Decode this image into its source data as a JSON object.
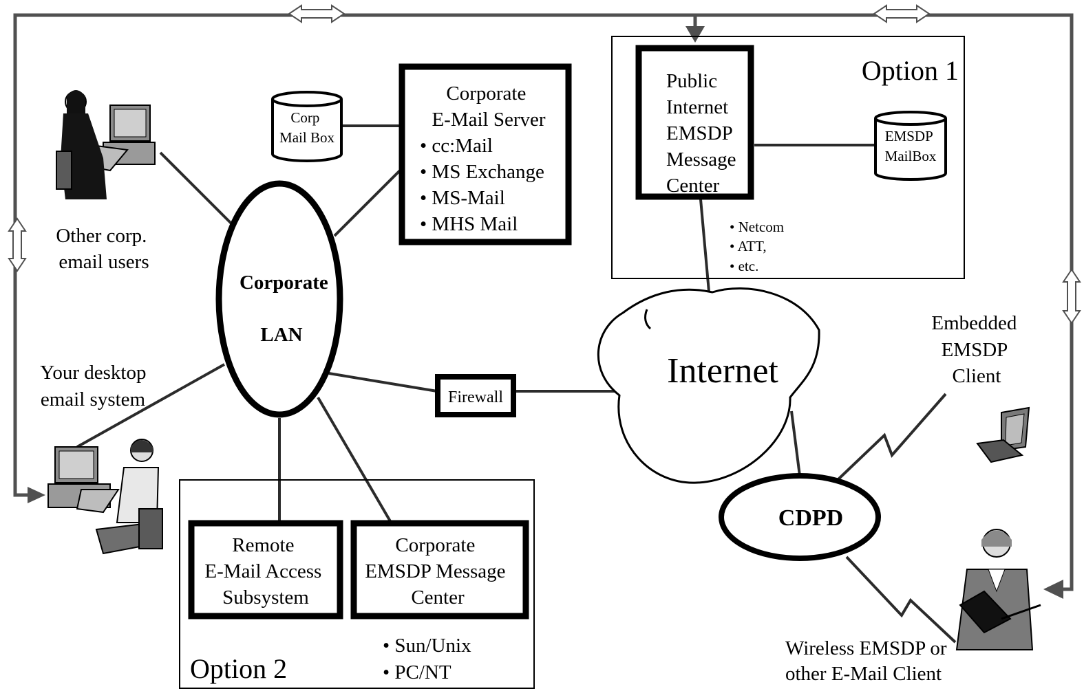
{
  "corp_mailbox": [
    "Corp",
    "Mail Box"
  ],
  "corp_server": {
    "title": [
      "Corporate",
      "E-Mail Server"
    ],
    "items": [
      "• cc:Mail",
      "• MS Exchange",
      "• MS-Mail",
      "• MHS Mail"
    ]
  },
  "option1": {
    "label": "Option 1",
    "public_center": [
      "Public",
      "Internet",
      "EMSDP",
      "Message",
      "Center"
    ],
    "emsdp_mailbox": [
      "EMSDP",
      "MailBox"
    ],
    "providers": [
      "• Netcom",
      "• ATT,",
      "•  etc."
    ]
  },
  "other_users": [
    "Other corp.",
    "email users"
  ],
  "corporate_lan": [
    "Corporate",
    "LAN"
  ],
  "your_desktop": [
    "Your desktop",
    "email system"
  ],
  "firewall": "Firewall",
  "internet": "Internet",
  "embedded_client": [
    "Embedded",
    "EMSDP",
    "Client"
  ],
  "cdpd": "CDPD",
  "option2": {
    "label": "Option 2",
    "remote_access": [
      "Remote",
      "E-Mail Access",
      "Subsystem"
    ],
    "corp_center": [
      "Corporate",
      "EMSDP Message",
      "Center"
    ],
    "platforms": [
      "• Sun/Unix",
      "• PC/NT"
    ]
  },
  "wireless_client": [
    "Wireless EMSDP or",
    "other E-Mail Client"
  ],
  "colors": {
    "line": "#2b2b2b",
    "ink": "#000000",
    "outer_loop": "#505050",
    "figure_fill": "#9a9a9a",
    "background": "#ffffff"
  }
}
